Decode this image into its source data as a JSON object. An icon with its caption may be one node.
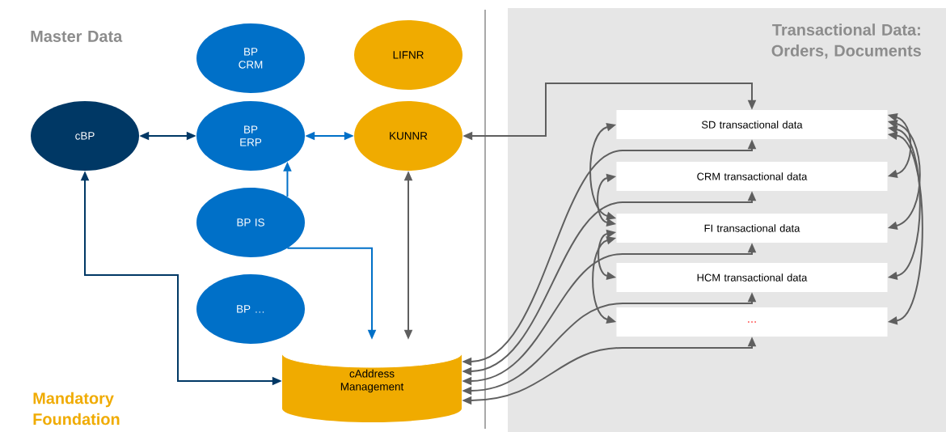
{
  "diagram": {
    "nodes": [
      {
        "text": [
          "BP CRM"
        ]
      },
      {
        "text": [
          "LIFNR"
        ]
      },
      {
        "text": [
          "cBP"
        ]
      },
      {
        "text": [
          "BP ERP"
        ]
      },
      {
        "text": [
          "KUNNR"
        ]
      },
      {
        "text": [
          "BP IS"
        ]
      },
      {
        "text": [
          "BP …"
        ]
      },
      {
        "text": [
          "cAddress Management"
        ]
      },
      {
        "text": [
          "Transactional Data: Orders, Documents"
        ]
      },
      {
        "text": [
          "SD transactional data"
        ],
        "in": 8
      },
      {
        "text": [
          "CRM transactional data"
        ],
        "in": 8
      },
      {
        "text": [
          "FI transactional data"
        ],
        "in": 8
      },
      {
        "text": [
          "HCM transactional data"
        ],
        "in": 8
      },
      {
        "text": [
          "…"
        ],
        "in": 8
      }
    ],
    "edges": [
      {
        "from": 2,
        "to": 3,
        "arrow": "both",
        "color": "#003865"
      },
      {
        "from": 3,
        "to": 4,
        "arrow": "both",
        "color": "#0070c8"
      },
      {
        "from": 5,
        "to": 3,
        "arrow": "to",
        "color": "#0070c8"
      },
      {
        "from": 5,
        "to": 7,
        "arrow": "to",
        "color": "#0070c8"
      },
      {
        "from": 7,
        "to": 2,
        "arrow": "both",
        "color": "#003865"
      },
      {
        "from": 4,
        "to": 7,
        "arrow": "both"
      },
      {
        "from": 4,
        "to": 9,
        "arrow": "both"
      },
      {
        "from": 7,
        "to": 9,
        "arrow": "both"
      },
      {
        "from": 7,
        "to": 10,
        "arrow": "both"
      },
      {
        "from": 7,
        "to": 11,
        "arrow": "both"
      },
      {
        "from": 7,
        "to": 12,
        "arrow": "both"
      },
      {
        "from": 7,
        "to": 13,
        "arrow": "both"
      },
      {
        "from": 11,
        "to": 9,
        "arrow": "both"
      },
      {
        "from": 11,
        "to": 10,
        "arrow": "both"
      },
      {
        "from": 11,
        "to": 12,
        "arrow": "both"
      },
      {
        "from": 11,
        "to": 13,
        "arrow": "both"
      },
      {
        "from": 9,
        "to": 10,
        "arrow": "both"
      },
      {
        "from": 9,
        "to": 11,
        "arrow": "both"
      },
      {
        "from": 9,
        "to": 12,
        "arrow": "both"
      },
      {
        "from": 9,
        "to": 13,
        "arrow": "both"
      }
    ],
    "labels": [
      "Master Data",
      "Mandatory Foundation"
    ]
  }
}
